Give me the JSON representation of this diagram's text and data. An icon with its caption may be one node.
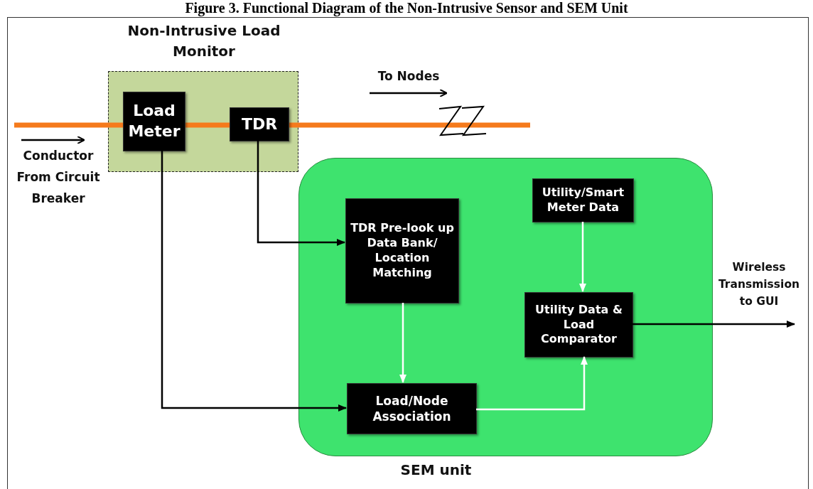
{
  "diagram": {
    "title": "Figure 3. Functional Diagram of the Non-Intrusive Sensor and SEM Unit",
    "nodes": [
      {
        "text": [
          "Non-Intrusive Load Monitor"
        ]
      },
      {
        "text": [
          "Load Meter"
        ],
        "in": 0
      },
      {
        "text": [
          "TDR"
        ],
        "in": 0
      },
      {
        "text": [
          "SEM unit"
        ]
      },
      {
        "text": [
          "TDR Pre-look up Data Bank/ Location Matching"
        ],
        "in": 3
      },
      {
        "text": [
          "Utility/Smart Meter Data"
        ],
        "in": 3
      },
      {
        "text": [
          "Utility Data & Load Comparator"
        ],
        "in": 3
      },
      {
        "text": [
          "Load/Node Association"
        ],
        "in": 3
      },
      {
        "text": [
          "Wireless Transmission to GUI"
        ]
      }
    ],
    "edges": [
      {
        "from": 2,
        "to": 4,
        "arrow": "to"
      },
      {
        "from": 1,
        "to": 7,
        "arrow": "to"
      },
      {
        "from": 4,
        "to": 7,
        "arrow": "to",
        "color": "#ffffff"
      },
      {
        "from": 5,
        "to": 6,
        "arrow": "to",
        "color": "#ffffff"
      },
      {
        "from": 7,
        "to": 6,
        "arrow": "to",
        "color": "#ffffff"
      },
      {
        "from": 6,
        "to": 8,
        "arrow": "to"
      }
    ],
    "labels": [
      "To Nodes",
      "Conductor From Circuit Breaker"
    ]
  }
}
